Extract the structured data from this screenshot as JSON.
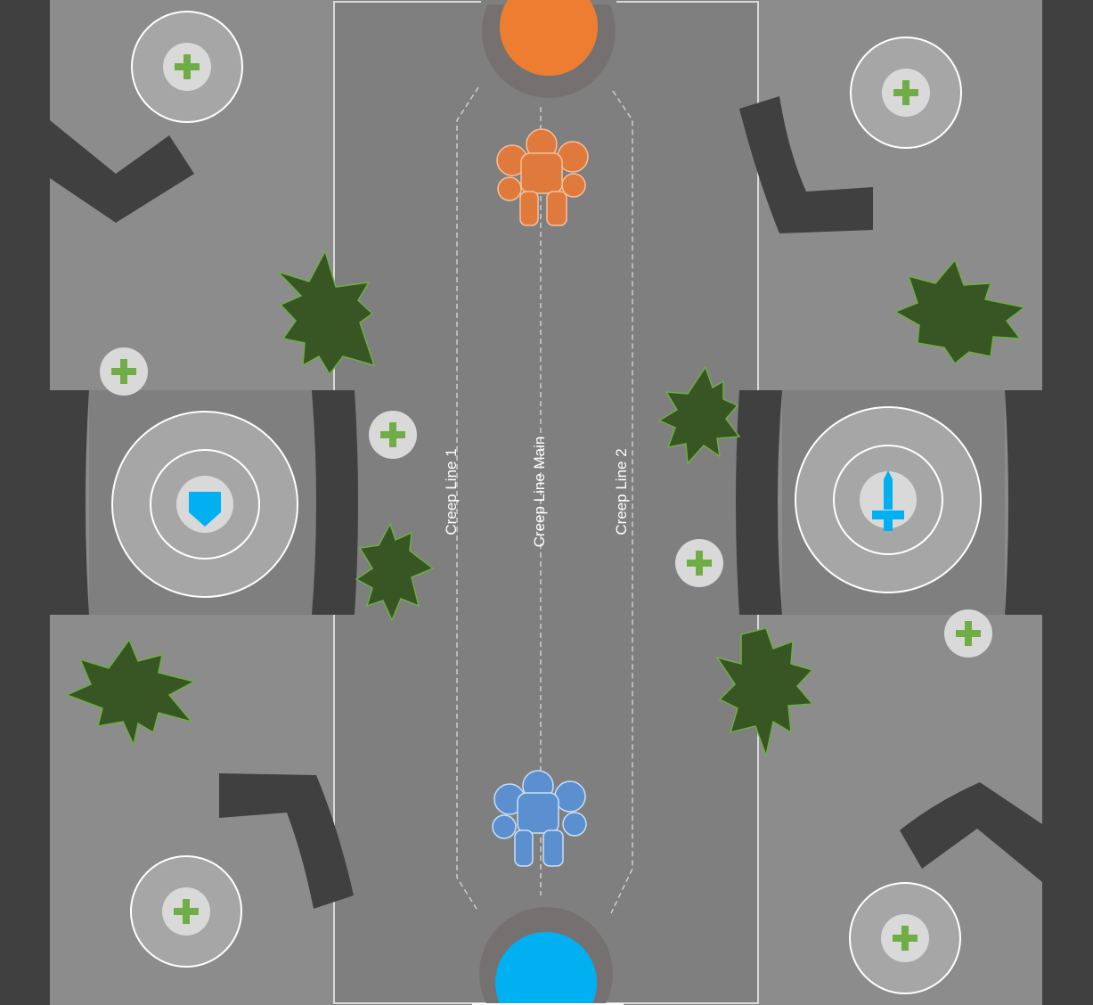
{
  "map": {
    "lanes": [
      {
        "id": "creep-line-1",
        "label": "Creep Line 1"
      },
      {
        "id": "creep-line-main",
        "label": "Creep Line Main"
      },
      {
        "id": "creep-line-2",
        "label": "Creep Line 2"
      }
    ],
    "colors": {
      "background": "#7f7f7f",
      "side_zone": "#8c8c8c",
      "wall": "#404040",
      "base_ring": "#a6a6a6",
      "pad_outer": "#a6a6a6",
      "pad_inner": "#d9d9d9",
      "plus": "#70ad47",
      "bush": "#375623",
      "bush_edge": "#70ad47",
      "team_orange": "#ed7d31",
      "team_blue": "#00b0f0",
      "spawn_rim": "#767171"
    },
    "icons": {
      "defense_base": "shield-icon",
      "attack_base": "sword-icon",
      "pickup": "plus-icon",
      "bush": "bush-icon",
      "orange_spawn": "orange-spawn-icon",
      "blue_spawn": "blue-spawn-icon",
      "orange_creep": "orange-golem-icon",
      "blue_creep": "blue-golem-icon"
    }
  }
}
